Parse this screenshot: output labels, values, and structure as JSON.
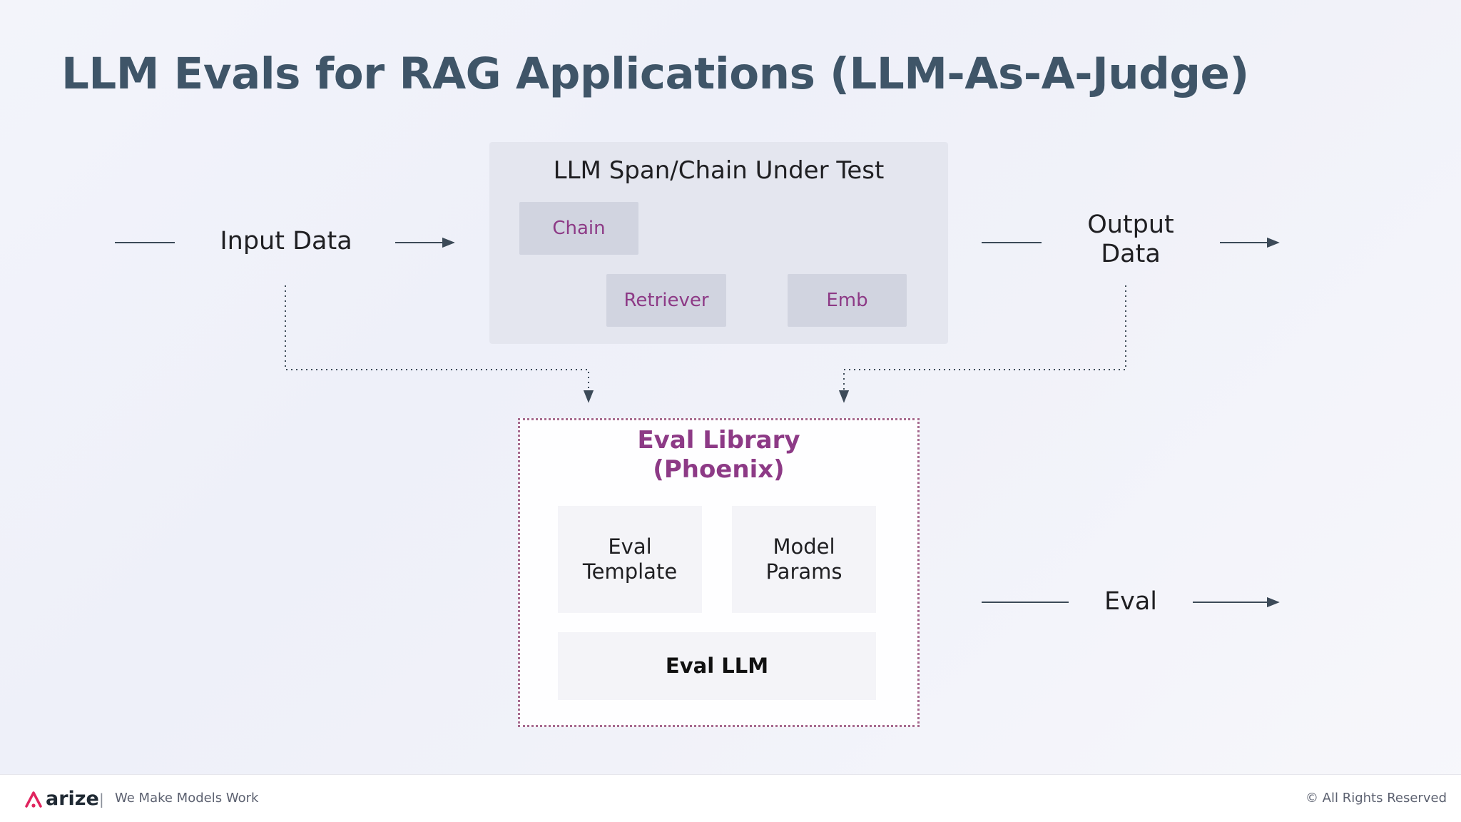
{
  "title": "LLM Evals for RAG Applications (LLM-As-A-Judge)",
  "input": {
    "label": "Input Data"
  },
  "output": {
    "line1": "Output",
    "line2": "Data"
  },
  "span": {
    "title": "LLM Span/Chain Under Test",
    "chain": "Chain",
    "retriever": "Retriever",
    "emb": "Emb"
  },
  "eval_library": {
    "title_line1": "Eval Library",
    "title_line2": "(Phoenix)",
    "template_line1": "Eval",
    "template_line2": "Template",
    "params_line1": "Model",
    "params_line2": "Params",
    "llm": "Eval LLM"
  },
  "eval_output": {
    "label": "Eval"
  },
  "footer": {
    "brand": "arize",
    "separator": "|",
    "tagline": "We Make Models Work",
    "rights": "© All Rights Reserved"
  },
  "colors": {
    "title": "#3f5568",
    "accent_purple": "#8d3a86",
    "line": "#3c4a58",
    "brand_pink": "#e0245e"
  }
}
